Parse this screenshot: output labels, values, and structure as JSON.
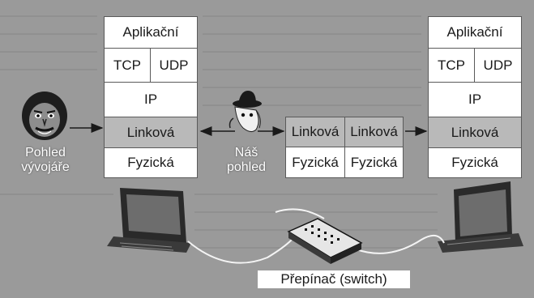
{
  "colors": {
    "page_background": "#9a9a9a",
    "box_fill": "#ffffff",
    "highlight_fill": "#b9b9b9",
    "text": "#1a1a1a",
    "outline": "#5a5a5a"
  },
  "left_stack": {
    "application": "Aplikační",
    "tcp": "TCP",
    "udp": "UDP",
    "ip": "IP",
    "link": "Linková",
    "physical": "Fyzická"
  },
  "right_stack": {
    "application": "Aplikační",
    "tcp": "TCP",
    "udp": "UDP",
    "ip": "IP",
    "link": "Linková",
    "physical": "Fyzická"
  },
  "switch_stack": {
    "link_left": "Linková",
    "link_right": "Linková",
    "physical_left": "Fyzická",
    "physical_right": "Fyzická"
  },
  "labels": {
    "developer_view_line1": "Pohled",
    "developer_view_line2": "vývojáře",
    "our_view_line1": "Náš",
    "our_view_line2": "pohled",
    "switch_caption": "Přepínač (switch)"
  },
  "icons": {
    "developer": "developer-face-icon",
    "observer": "observer-dog-icon",
    "left_computer": "computer-icon",
    "right_computer": "computer-icon",
    "switch": "network-switch-icon"
  }
}
